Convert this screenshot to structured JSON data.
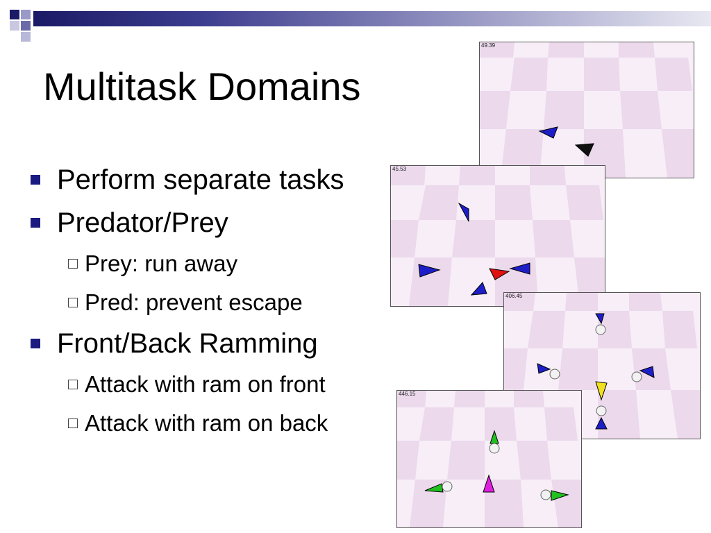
{
  "slide": {
    "title": "Multitask Domains",
    "bullets": [
      {
        "text": "Perform separate tasks"
      },
      {
        "text": "Predator/Prey"
      },
      {
        "text": "Prey: run away"
      },
      {
        "text": "Pred: prevent escape"
      },
      {
        "text": "Front/Back Ramming"
      },
      {
        "text": "Attack with ram on front"
      },
      {
        "text": "Attack with ram on back"
      }
    ]
  },
  "colors": {
    "accent": "#1a1a80",
    "checker_light": "#f7eef7",
    "checker_dark": "#ecd9ec"
  },
  "screenshots": [
    {
      "timestamp": "49.39"
    },
    {
      "timestamp": "45.53"
    },
    {
      "timestamp": "406.45"
    },
    {
      "timestamp": "446.15"
    }
  ]
}
